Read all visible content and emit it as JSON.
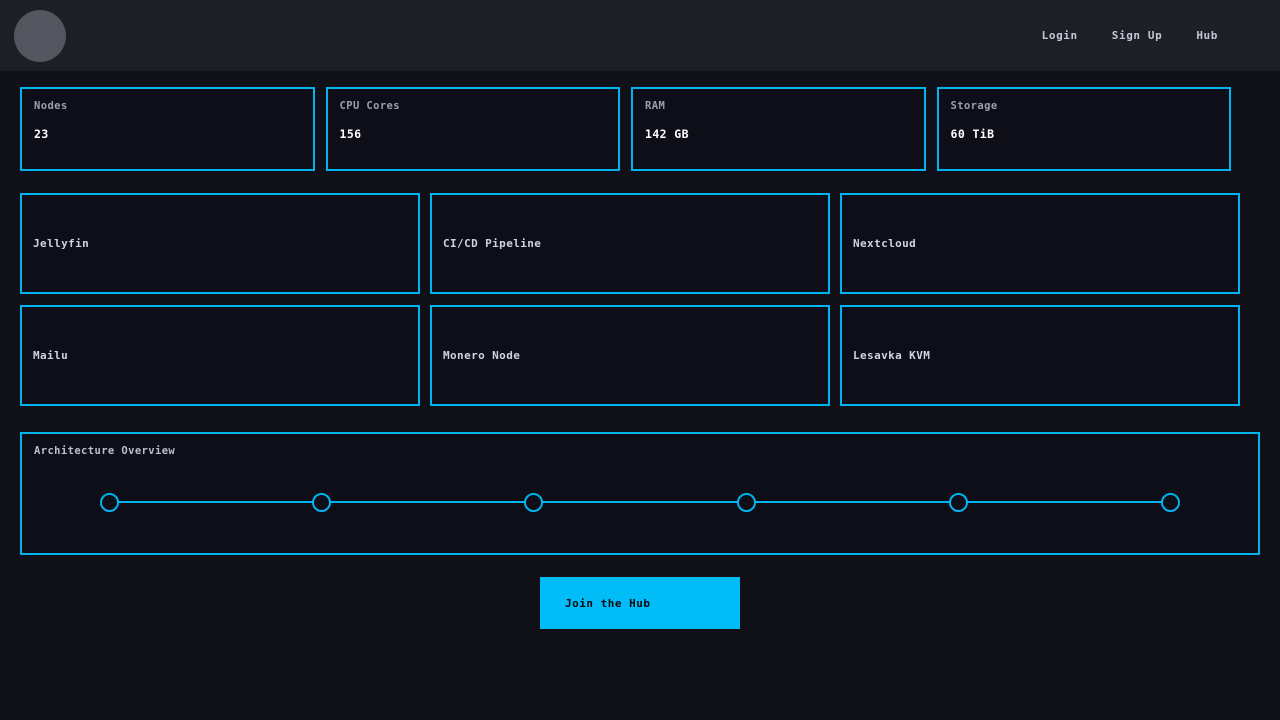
{
  "theme": {
    "page_background": "#101018",
    "header_background": "#1e1e27",
    "card_background": "#0e0e18",
    "accent": "#00b4f0",
    "cta_background": "#00bdf7",
    "avatar_color": "#55555f"
  },
  "header": {
    "avatar_name": "user-avatar",
    "nav": [
      {
        "label": "Login"
      },
      {
        "label": "Sign Up"
      },
      {
        "label": "Hub"
      }
    ]
  },
  "stats": [
    {
      "label": "Nodes",
      "value": "23"
    },
    {
      "label": "CPU Cores",
      "value": "156"
    },
    {
      "label": "RAM",
      "value": "142 GB"
    },
    {
      "label": "Storage",
      "value": "60 TiB"
    }
  ],
  "services": [
    {
      "name": "Jellyfin"
    },
    {
      "name": "CI/CD Pipeline"
    },
    {
      "name": "Nextcloud"
    },
    {
      "name": "Mailu"
    },
    {
      "name": "Monero Node"
    },
    {
      "name": "Lesavka KVM"
    }
  ],
  "architecture": {
    "title": "Architecture Overview",
    "node_count": 6
  },
  "cta": {
    "label": "Join the Hub"
  }
}
